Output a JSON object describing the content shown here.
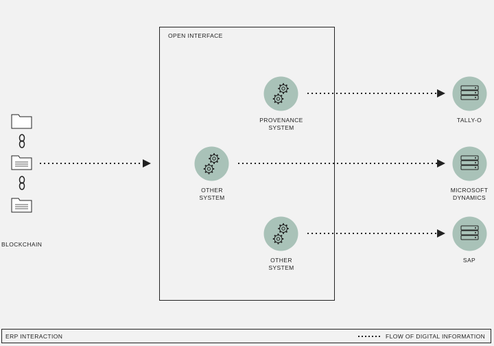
{
  "diagram": {
    "container_title": "OPEN INTERFACE",
    "blockchain_label": "BLOCKCHAIN",
    "nodes": [
      {
        "label": "PROVENANCE\nSYSTEM",
        "icon": "gears-icon"
      },
      {
        "label": "OTHER\nSYSTEM",
        "icon": "gears-icon"
      },
      {
        "label": "OTHER\nSYSTEM",
        "icon": "gears-icon"
      }
    ],
    "targets": [
      {
        "label": "TALLY-O",
        "icon": "server-icon"
      },
      {
        "label": "MICROSOFT\nDYNAMICS",
        "icon": "server-icon"
      },
      {
        "label": "SAP",
        "icon": "server-icon"
      }
    ]
  },
  "footer": {
    "left_label": "ERP INTERACTION",
    "legend_label": "FLOW OF DIGITAL INFORMATION"
  },
  "colors": {
    "node_fill": "#a9c2b8",
    "background": "#f2f2f2",
    "line": "#222222"
  }
}
